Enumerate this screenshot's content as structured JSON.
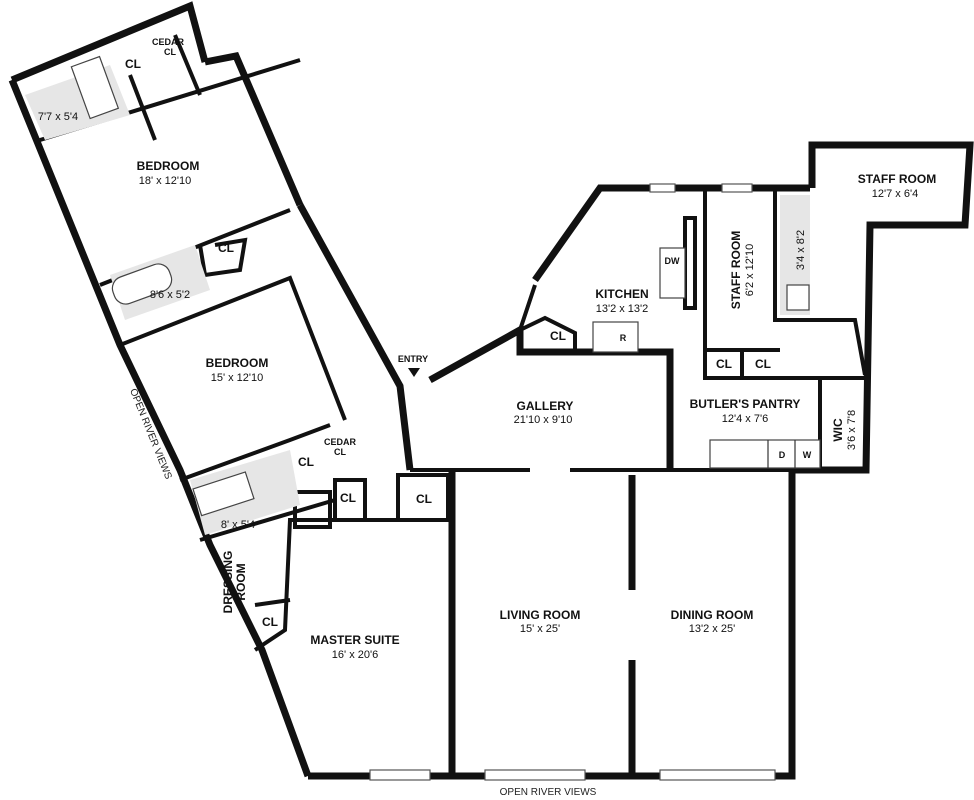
{
  "rooms": {
    "bedroom1": {
      "name": "BEDROOM",
      "dims": "18' x 12'10"
    },
    "bath1": {
      "dims": "7'7 x 5'4"
    },
    "cl_top": {
      "name": "CL"
    },
    "cedar_top": {
      "line1": "CEDAR",
      "line2": "CL"
    },
    "cl_b1": {
      "name": "CL"
    },
    "bath2": {
      "dims": "8'6 x 5'2"
    },
    "bedroom2": {
      "name": "BEDROOM",
      "dims": "15' x 12'10"
    },
    "cl_b2": {
      "name": "CL"
    },
    "cedar_b2": {
      "line1": "CEDAR",
      "line2": "CL"
    },
    "bath3": {
      "dims": "8' x 5'4"
    },
    "cl_hall": {
      "name": "CL"
    },
    "dressing": {
      "line1": "DRESSING",
      "line2": "ROOM"
    },
    "cl_dress": {
      "name": "CL"
    },
    "master": {
      "name": "MASTER SUITE",
      "dims": "16' x 20'6"
    },
    "cl_gallery": {
      "name": "CL"
    },
    "entry": {
      "name": "ENTRY"
    },
    "gallery": {
      "name": "GALLERY",
      "dims": "21'10 x 9'10"
    },
    "cl_kitchen": {
      "name": "CL"
    },
    "kitchen": {
      "name": "KITCHEN",
      "dims": "13'2 x 13'2"
    },
    "fridge": {
      "name": "R"
    },
    "dw": {
      "name": "DW"
    },
    "staff1": {
      "name": "STAFF ROOM",
      "dims": "6'2 x 12'10"
    },
    "bath4": {
      "dims": "3'4 x 8'2"
    },
    "staff2": {
      "name": "STAFF ROOM",
      "dims": "12'7 x 6'4"
    },
    "cl_s1": {
      "name": "CL"
    },
    "cl_s2": {
      "name": "CL"
    },
    "pantry": {
      "name": "BUTLER'S PANTRY",
      "dims": "12'4 x 7'6"
    },
    "dryer": {
      "name": "D"
    },
    "washer": {
      "name": "W"
    },
    "wic": {
      "name": "WIC",
      "dims": "3'6 x 7'8"
    },
    "living": {
      "name": "LIVING ROOM",
      "dims": "15' x 25'"
    },
    "dining": {
      "name": "DINING ROOM",
      "dims": "13'2 x 25'"
    }
  },
  "views": {
    "left": "OPEN RIVER VIEWS",
    "bottom": "OPEN RIVER VIEWS"
  }
}
